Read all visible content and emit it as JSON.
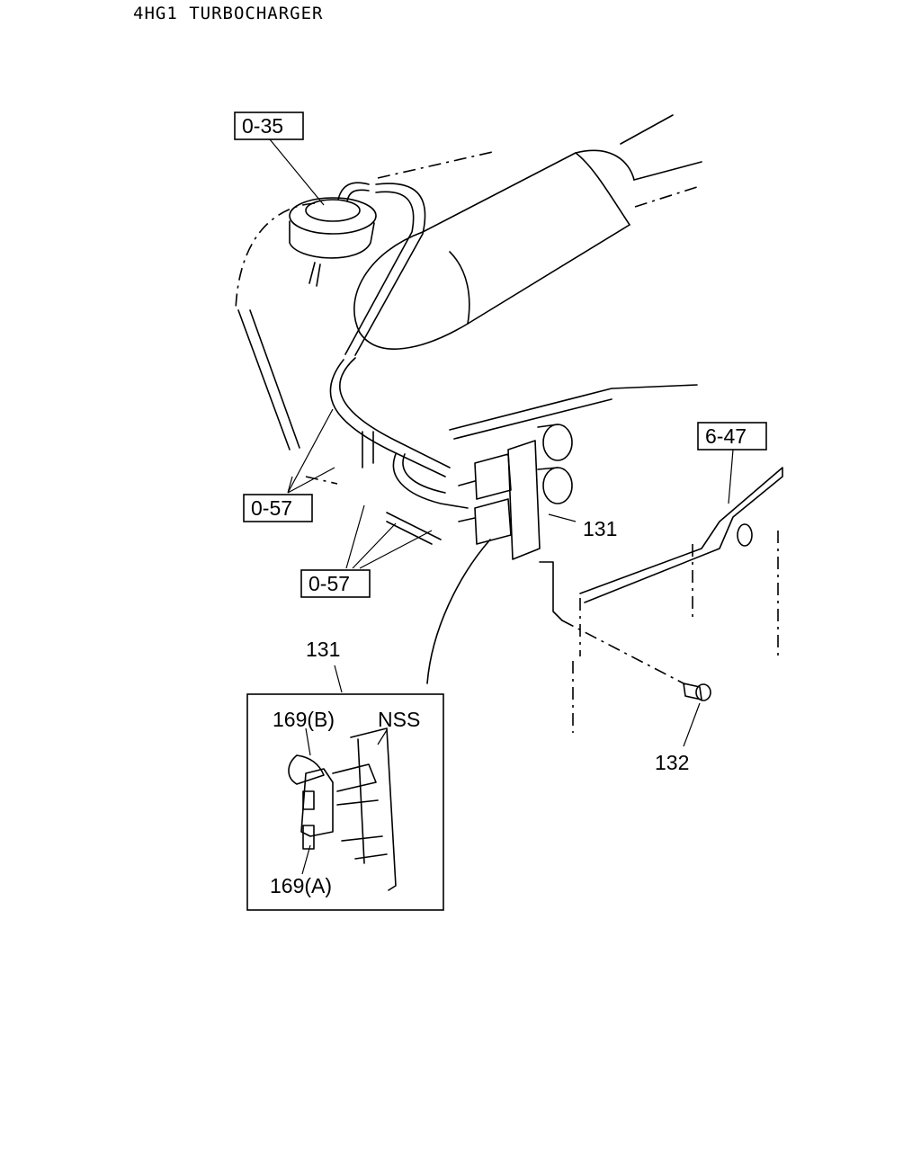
{
  "page": {
    "title": "4HG1 TURBOCHARGER"
  },
  "callouts": {
    "ref_0_35": "0-35",
    "ref_6_47": "6-47",
    "ref_0_57_upper": "0-57",
    "ref_0_57_lower": "0-57",
    "part_131_main": "131",
    "part_131_detail": "131",
    "part_132": "132"
  },
  "detail_view": {
    "label_169b": "169(B)",
    "label_nss": "NSS",
    "label_169a": "169(A)"
  }
}
